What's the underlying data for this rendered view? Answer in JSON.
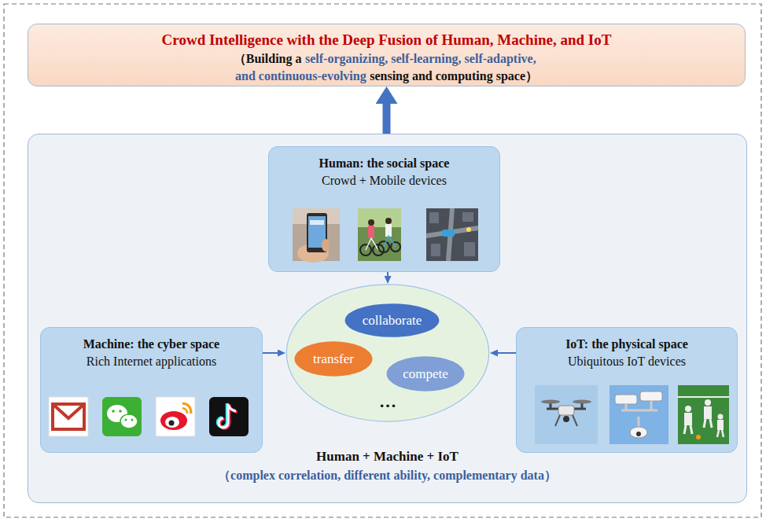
{
  "diagram": {
    "nodes": [
      {
        "text": [
          "Crowd Intelligence with the Deep Fusion of Human, Machine, and IoT",
          "（Building a",
          "self-organizing, self-learning, self-adaptive,",
          "and continuous-evolving",
          "sensing and computing space）"
        ]
      },
      {
        "text": [
          "Human + Machine + IoT",
          "（complex correlation, different ability, complementary data）"
        ]
      },
      {
        "text": [
          "Human: the social space",
          "Crowd + Mobile devices"
        ],
        "in": 1
      },
      {
        "text": [
          "Machine: the cyber space",
          "Rich Internet applications"
        ],
        "in": 1
      },
      {
        "text": [
          "…"
        ],
        "in": 1
      },
      {
        "text": [
          "collaborate"
        ],
        "in": 4
      },
      {
        "text": [
          "transfer"
        ],
        "in": 4
      },
      {
        "text": [
          "compete"
        ],
        "in": 4
      },
      {
        "text": [
          "IoT: the physical space",
          "Ubiquitous IoT devices"
        ],
        "in": 1
      }
    ],
    "edges": [
      {
        "from": 1,
        "to": 0,
        "arrow": "to"
      },
      {
        "from": 2,
        "to": 4,
        "arrow": "to"
      },
      {
        "from": 3,
        "to": 4,
        "arrow": "to"
      },
      {
        "from": 8,
        "to": 4,
        "arrow": "to"
      }
    ]
  }
}
